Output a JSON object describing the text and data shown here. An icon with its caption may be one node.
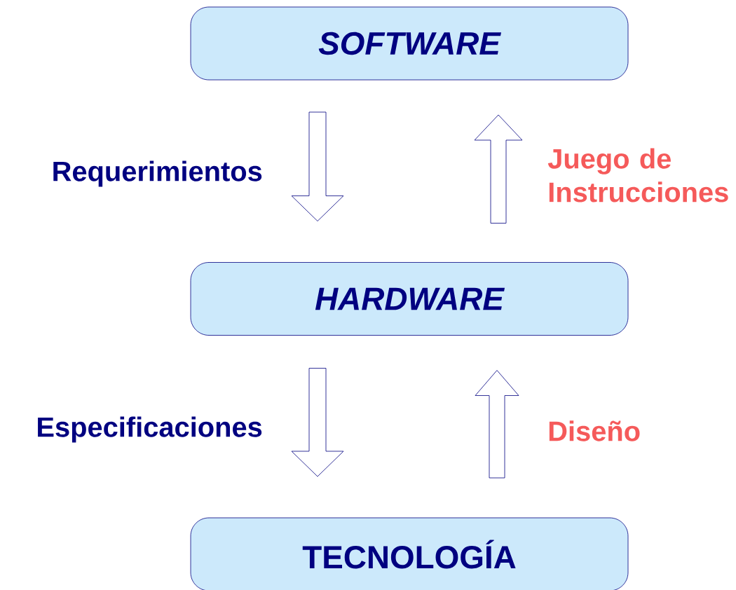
{
  "diagram": {
    "nodes": [
      {
        "text": [
          "SOFTWARE"
        ]
      },
      {
        "text": [
          "HARDWARE"
        ]
      },
      {
        "text": [
          "TECNOLOGÍA"
        ]
      }
    ],
    "edges": [
      {
        "from": 0,
        "to": 1,
        "arrow": "to",
        "label": "Requerimientos"
      },
      {
        "from": 1,
        "to": 0,
        "arrow": "to",
        "label": "Juego de Instrucciones",
        "color": "#f55a5a"
      },
      {
        "from": 1,
        "to": 2,
        "arrow": "to",
        "label": "Especificaciones"
      },
      {
        "from": 2,
        "to": 1,
        "arrow": "to",
        "label": "Diseño",
        "color": "#f55a5a"
      }
    ]
  }
}
